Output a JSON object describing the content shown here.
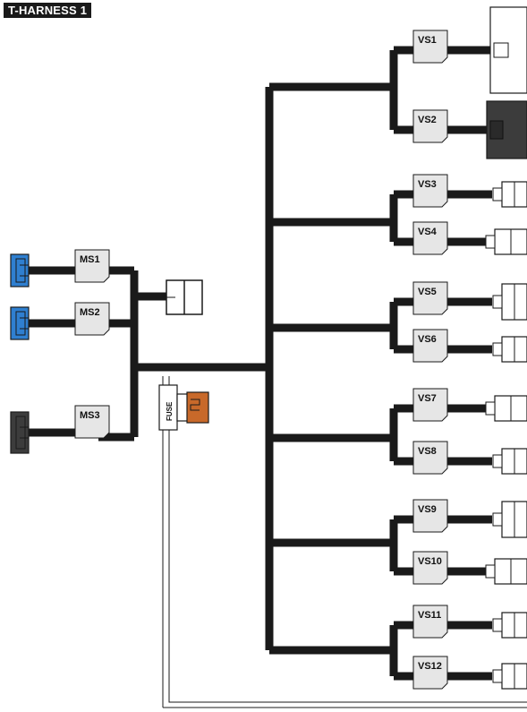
{
  "title": "T-HARNESS 1",
  "fuse": {
    "label": "FUSE",
    "color": "#c8692a"
  },
  "colors": {
    "wire": "#1a1a1a",
    "blue": "#2f7fd0",
    "dark": "#3c3c3c",
    "box": "#e6e6e6"
  },
  "master_sockets": [
    {
      "label": "MS1",
      "connector": "blue"
    },
    {
      "label": "MS2",
      "connector": "blue"
    },
    {
      "label": "MS3",
      "connector": "dark"
    }
  ],
  "vehicle_sockets": [
    {
      "label": "VS1"
    },
    {
      "label": "VS2"
    },
    {
      "label": "VS3"
    },
    {
      "label": "VS4"
    },
    {
      "label": "VS5"
    },
    {
      "label": "VS6"
    },
    {
      "label": "VS7"
    },
    {
      "label": "VS8"
    },
    {
      "label": "VS9"
    },
    {
      "label": "VS10"
    },
    {
      "label": "VS11"
    },
    {
      "label": "VS12"
    }
  ]
}
